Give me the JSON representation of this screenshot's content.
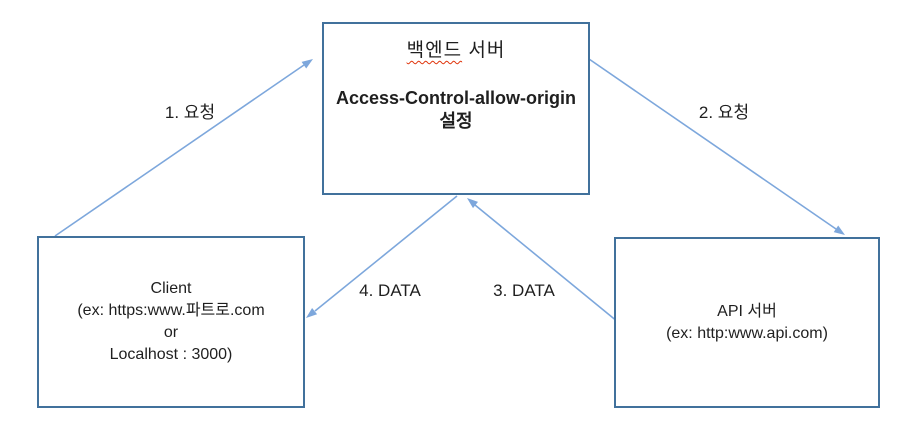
{
  "diagram": {
    "colors": {
      "box_border": "#41719c",
      "arrow": "#7da7dc",
      "text": "#1f1f1f",
      "spellcheck_underline": "#e0340b",
      "background": "#ffffff"
    },
    "backend_box": {
      "title_word": "백엔드",
      "title_rest": "서버",
      "subtitle_line1": "Access-Control-allow-origin",
      "subtitle_line2": "설정"
    },
    "client_box": {
      "line1": "Client",
      "line2": "(ex: https:www.파트로.com",
      "line3": "or",
      "line4": "Localhost : 3000)"
    },
    "api_box": {
      "line1": "API 서버",
      "line2": "(ex: http:www.api.com)"
    },
    "arrows": [
      {
        "label": "1. 요청",
        "from": "client",
        "to": "backend-server"
      },
      {
        "label": "2. 요청",
        "from": "backend-server",
        "to": "api-server"
      },
      {
        "label": "3. DATA",
        "from": "api-server",
        "to": "backend-server"
      },
      {
        "label": "4. DATA",
        "from": "backend-server",
        "to": "client"
      }
    ]
  }
}
